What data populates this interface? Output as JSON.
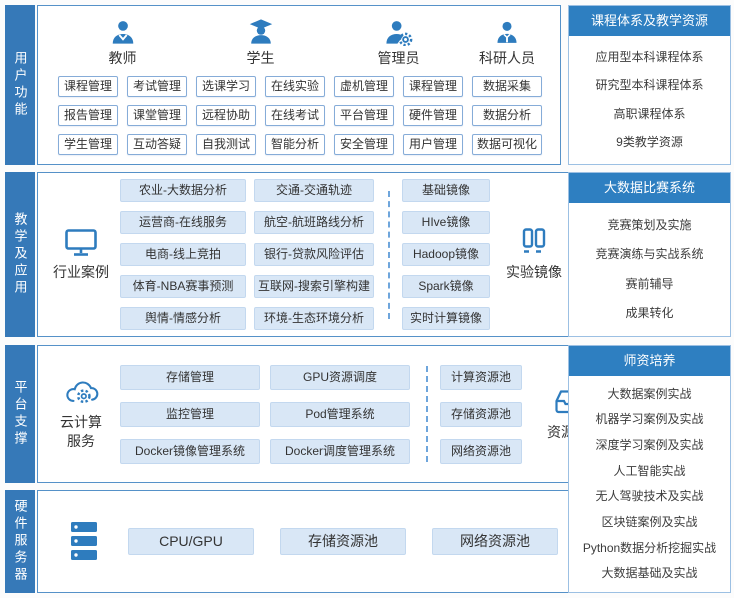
{
  "colors": {
    "tab_blue": "#3679b8",
    "header_blue": "#2e7fc1",
    "box_border": "#5591c8",
    "chip_outline_border": "#86acd8",
    "chip_fill_bg": "#d9e7f6",
    "icon_blue": "#2e7cbe"
  },
  "icons": {
    "teacher": "person",
    "student": "graduate-cap-person",
    "admin": "person-gear",
    "researcher": "person-tie",
    "industry_cases": "monitor",
    "experiment_images": "containers",
    "cloud_service": "cloud-gear",
    "resource_pool": "inbox-box",
    "server": "server-rack"
  },
  "sections": {
    "user": {
      "label": "用户功能",
      "groups": [
        {
          "name": "教师",
          "items": [
            "课程管理",
            "考试管理",
            "报告管理",
            "课堂管理",
            "学生管理",
            "互动答疑"
          ]
        },
        {
          "name": "学生",
          "items": [
            "选课学习",
            "在线实验",
            "远程协助",
            "在线考试",
            "自我测试",
            "智能分析"
          ]
        },
        {
          "name": "管理员",
          "items": [
            "虚机管理",
            "课程管理",
            "平台管理",
            "硬件管理",
            "安全管理",
            "用户管理"
          ]
        },
        {
          "name": "科研人员",
          "items": [
            "数据采集",
            "数据分析",
            "数据可视化"
          ]
        }
      ]
    },
    "teaching": {
      "label": "教学及应用",
      "cases_label": "行业案例",
      "col1": [
        "农业-大数据分析",
        "运营商-在线服务",
        "电商-线上竞拍",
        "体育-NBA赛事预测",
        "舆情-情感分析"
      ],
      "col2": [
        "交通-交通轨迹",
        "航空-航班路线分析",
        "银行-贷款风险评估",
        "互联网-搜索引擎构建",
        "环境-生态环境分析"
      ],
      "images": [
        "基础镜像",
        "HIve镜像",
        "Hadoop镜像",
        "Spark镜像",
        "实时计算镜像"
      ],
      "images_label": "实验镜像"
    },
    "platform": {
      "label": "平台支撑",
      "service_label_line1": "云计算",
      "service_label_line2": "服务",
      "col1": [
        "存储管理",
        "监控管理",
        "Docker镜像管理系统"
      ],
      "col2": [
        "GPU资源调度",
        "Pod管理系统",
        "Docker调度管理系统"
      ],
      "pools": [
        "计算资源池",
        "存储资源池",
        "网络资源池"
      ],
      "pool_label": "资源池"
    },
    "hardware": {
      "label": "硬件服务器",
      "items": [
        "CPU/GPU",
        "存储资源池",
        "网络资源池"
      ]
    }
  },
  "side_panels": [
    {
      "title": "课程体系及教学资源",
      "items": [
        "应用型本科课程体系",
        "研究型本科课程体系",
        "高职课程体系",
        "9类教学资源"
      ]
    },
    {
      "title": "大数据比赛系统",
      "items": [
        "竞赛策划及实施",
        "竞赛演练与实战系统",
        "赛前辅导",
        "成果转化"
      ]
    },
    {
      "title": "师资培养",
      "items": [
        "大数据案例实战",
        "机器学习案例及实战",
        "深度学习案例及实战",
        "人工智能实战",
        "无人驾驶技术及实战",
        "区块链案例及实战",
        "Python数据分析挖掘实战",
        "大数据基础及实战"
      ]
    }
  ]
}
